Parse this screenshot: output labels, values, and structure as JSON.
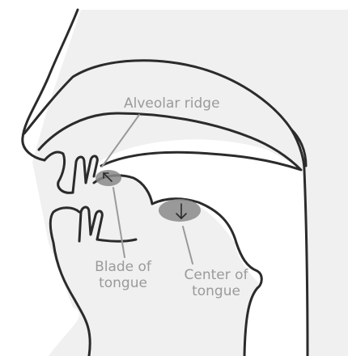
{
  "diagram": {
    "labels": {
      "alveolar_ridge": "Alveolar ridge",
      "blade_of_tongue": [
        "Blade of",
        "tongue"
      ],
      "center_of_tongue": [
        "Center of",
        "tongue"
      ]
    },
    "colors": {
      "outline": "#2b2b2b",
      "background_head": "#f0f0f0",
      "highlight": "#8a8a8a",
      "label_text": "#9a9a9a"
    },
    "icons": {
      "blade_arrow": "arrow-up-left-icon",
      "center_arrow": "arrow-down-icon"
    }
  }
}
